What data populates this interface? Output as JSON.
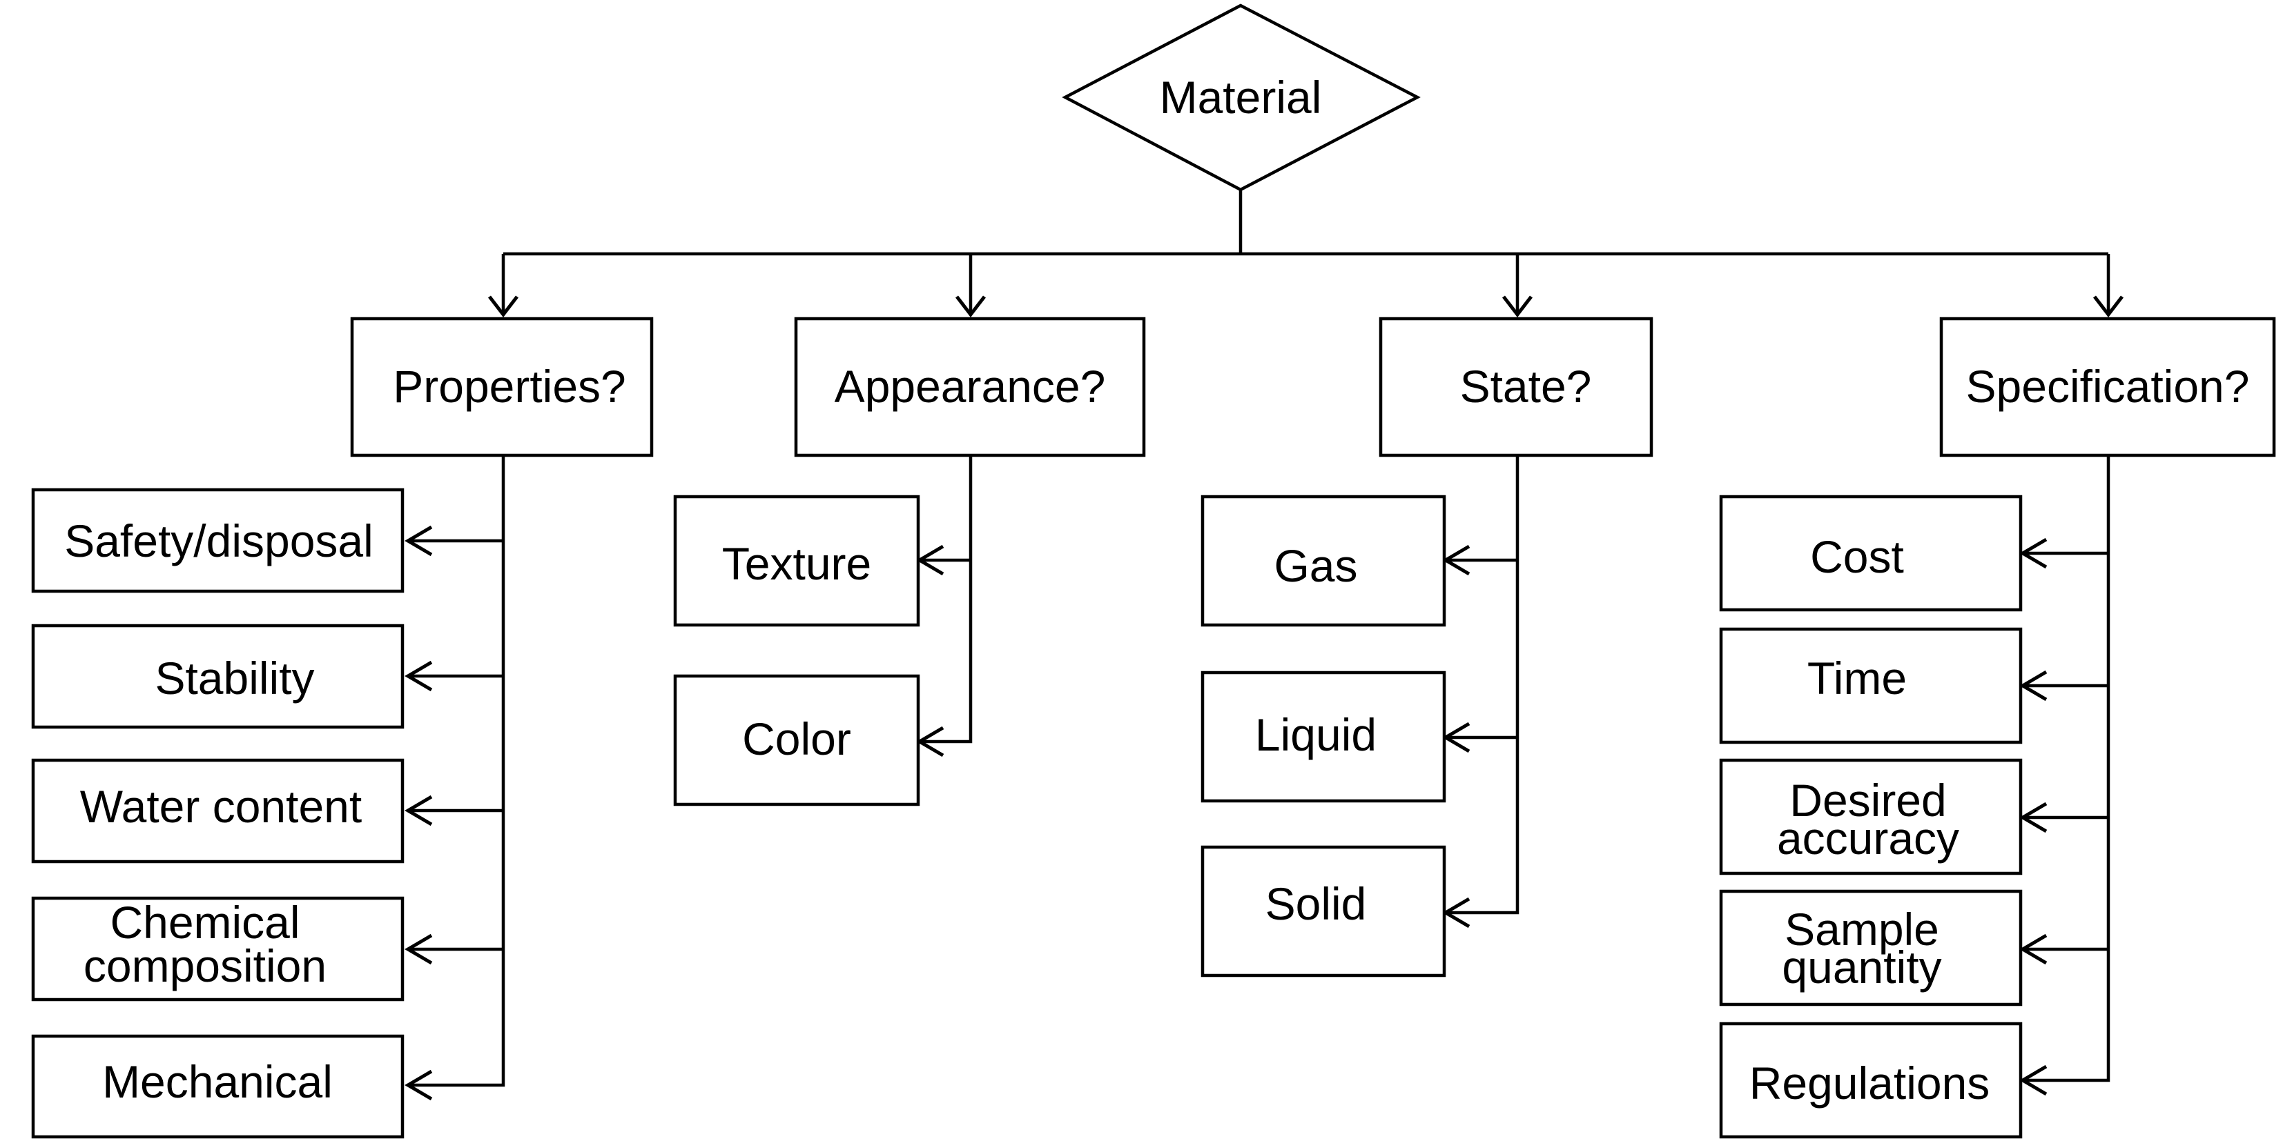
{
  "root": {
    "label": "Material"
  },
  "categories": [
    {
      "label": "Properties?",
      "items": [
        {
          "lines": [
            "Safety/disposal"
          ]
        },
        {
          "lines": [
            "Stability"
          ]
        },
        {
          "lines": [
            "Water content"
          ]
        },
        {
          "lines": [
            "Chemical",
            "composition"
          ]
        },
        {
          "lines": [
            "Mechanical"
          ]
        }
      ]
    },
    {
      "label": "Appearance?",
      "items": [
        {
          "lines": [
            "Texture"
          ]
        },
        {
          "lines": [
            "Color"
          ]
        }
      ]
    },
    {
      "label": "State?",
      "items": [
        {
          "lines": [
            "Gas"
          ]
        },
        {
          "lines": [
            "Liquid"
          ]
        },
        {
          "lines": [
            "Solid"
          ]
        }
      ]
    },
    {
      "label": "Specification?",
      "items": [
        {
          "lines": [
            "Cost"
          ]
        },
        {
          "lines": [
            "Time"
          ]
        },
        {
          "lines": [
            "Desired",
            "accuracy"
          ]
        },
        {
          "lines": [
            "Sample",
            "quantity"
          ]
        },
        {
          "lines": [
            "Regulations"
          ]
        }
      ]
    }
  ]
}
